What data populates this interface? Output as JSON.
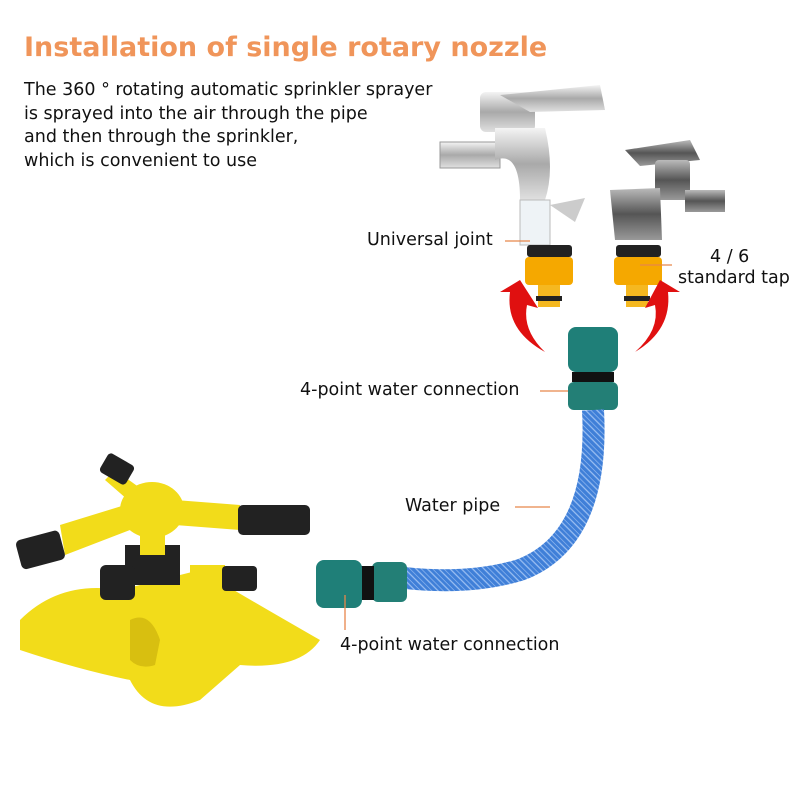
{
  "title": "Installation of single rotary nozzle",
  "description": [
    "The 360 ° rotating automatic sprinkler sprayer",
    "is sprayed into the air through the pipe",
    "and then through the sprinkler,",
    "which is convenient to use"
  ],
  "labels": {
    "universal_joint": "Universal joint",
    "tap_size": "4 / 6",
    "standard_tap": "standard tap",
    "connection_top": "4-point water connection",
    "water_pipe": "Water pipe",
    "connection_bottom": "4-point water connection"
  },
  "colors": {
    "title": "#F0955A",
    "leader": "#E8864A",
    "arrow": "#E01010",
    "adapter": "#F5A800",
    "connector": "#1F7F78",
    "hose": "#3F7FD8",
    "sprinkler": "#F2DC1A"
  }
}
